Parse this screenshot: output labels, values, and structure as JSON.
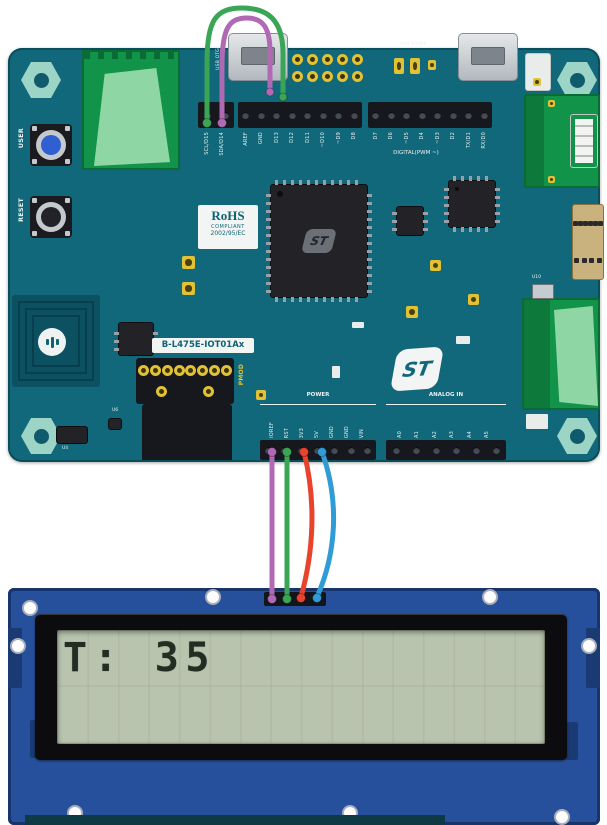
{
  "board": {
    "silkscreen": {
      "user": "USER",
      "reset": "RESET",
      "rohs": [
        "RoHS",
        "COMPLIANT",
        "2002/95/EC"
      ],
      "name": "B-L475E-IOT01Ax",
      "pmod": "PMOD",
      "usb_otg": "USB OTG",
      "usb_stlink": "USB STLINK",
      "digital": "DIGITAL(PWM ~)",
      "power": "POWER",
      "analog": "ANALOG IN",
      "st": "ST",
      "u10": "U10",
      "u6": "U6",
      "u4": "U4"
    },
    "pins": {
      "i2c": [
        "SCL/D15",
        "SDA/D14"
      ],
      "digital_left": [
        "AREF",
        "GND",
        "D13",
        "D12",
        "D11",
        "~D10",
        "~D9",
        "D8"
      ],
      "digital_right": [
        "D7",
        "D6",
        "~D5",
        "D4",
        "~D3",
        "D2",
        "TX/D1",
        "RX/D0"
      ],
      "power": [
        "IOREF",
        "RST",
        "3V3",
        "5V",
        "GND",
        "GND",
        "VIN"
      ],
      "analog": [
        "A0",
        "A1",
        "A2",
        "A3",
        "A4",
        "A5"
      ]
    }
  },
  "lcd": {
    "display_text": "T: 35"
  },
  "colors": {
    "board_teal": "#11687a",
    "lcd_blue": "#27509c",
    "module_green": "#12934a",
    "wire_scl": "#3aa655",
    "wire_sda": "#b06ab3",
    "wire_vcc": "#e8432d",
    "wire_gnd": "#2f9cd6"
  }
}
